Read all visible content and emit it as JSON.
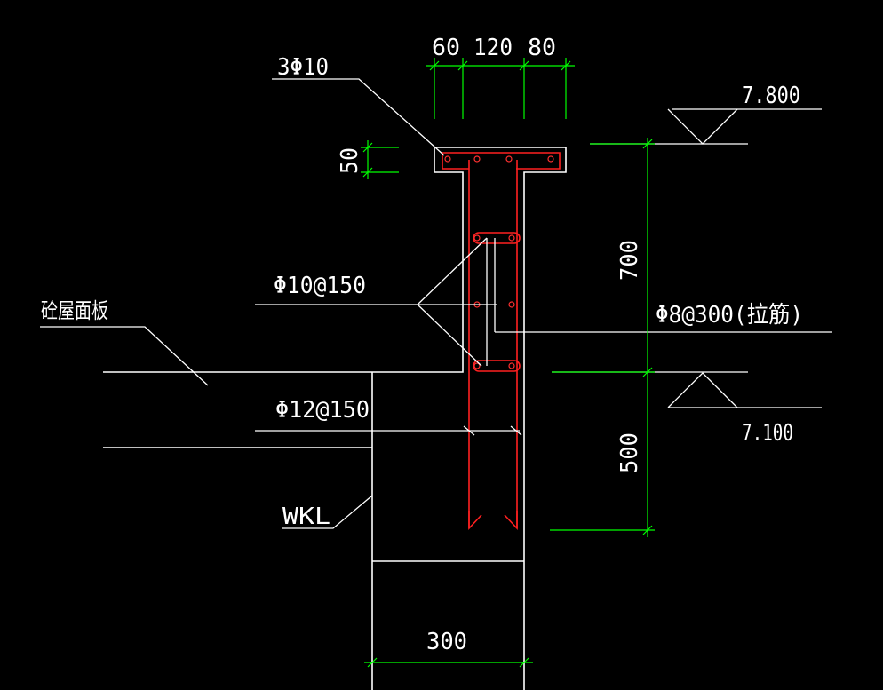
{
  "colors": {
    "background": "#000000",
    "outline": "#ffffff",
    "dimension": "#00ff00",
    "rebar": "#ff2020",
    "rebar_dot": "#ff3030"
  },
  "dimensions": {
    "top_60": "60",
    "top_120": "120",
    "top_80": "80",
    "left_50": "50",
    "right_700": "700",
    "right_500": "500",
    "bottom_300": "300"
  },
  "elevations": {
    "top": "7.800",
    "bottom": "7.100"
  },
  "labels": {
    "top_bars": "3Φ10",
    "vertical_bars": "Φ10@150",
    "roof_slab": "砼屋面板",
    "beam_bars": "Φ12@150",
    "beam": "WKL",
    "tie_bars": "Φ8@300(拉筋)"
  }
}
